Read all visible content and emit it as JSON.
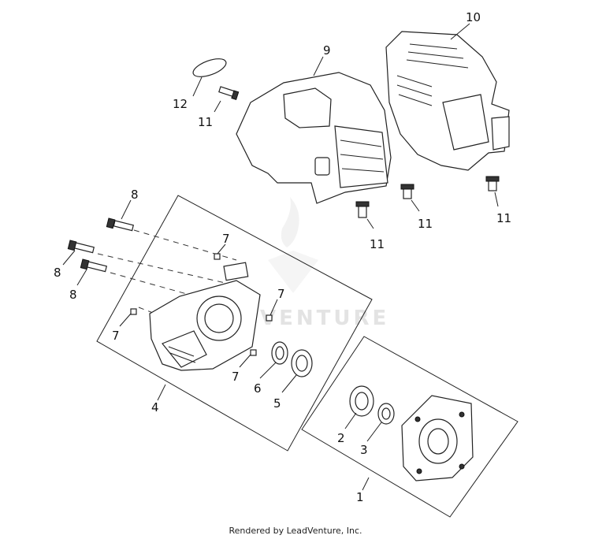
{
  "diagram": {
    "callouts": {
      "c1": "1",
      "c2": "2",
      "c3": "3",
      "c4": "4",
      "c5": "5",
      "c6": "6",
      "c7a": "7",
      "c7b": "7",
      "c7c": "7",
      "c7d": "7",
      "c8a": "8",
      "c8b": "8",
      "c8c": "8",
      "c9": "9",
      "c10": "10",
      "c11a": "11",
      "c11b": "11",
      "c11c": "11",
      "c11d": "11",
      "c12": "12"
    },
    "watermark": "VENTURE",
    "footer": "Rendered by LeadVenture, Inc."
  }
}
